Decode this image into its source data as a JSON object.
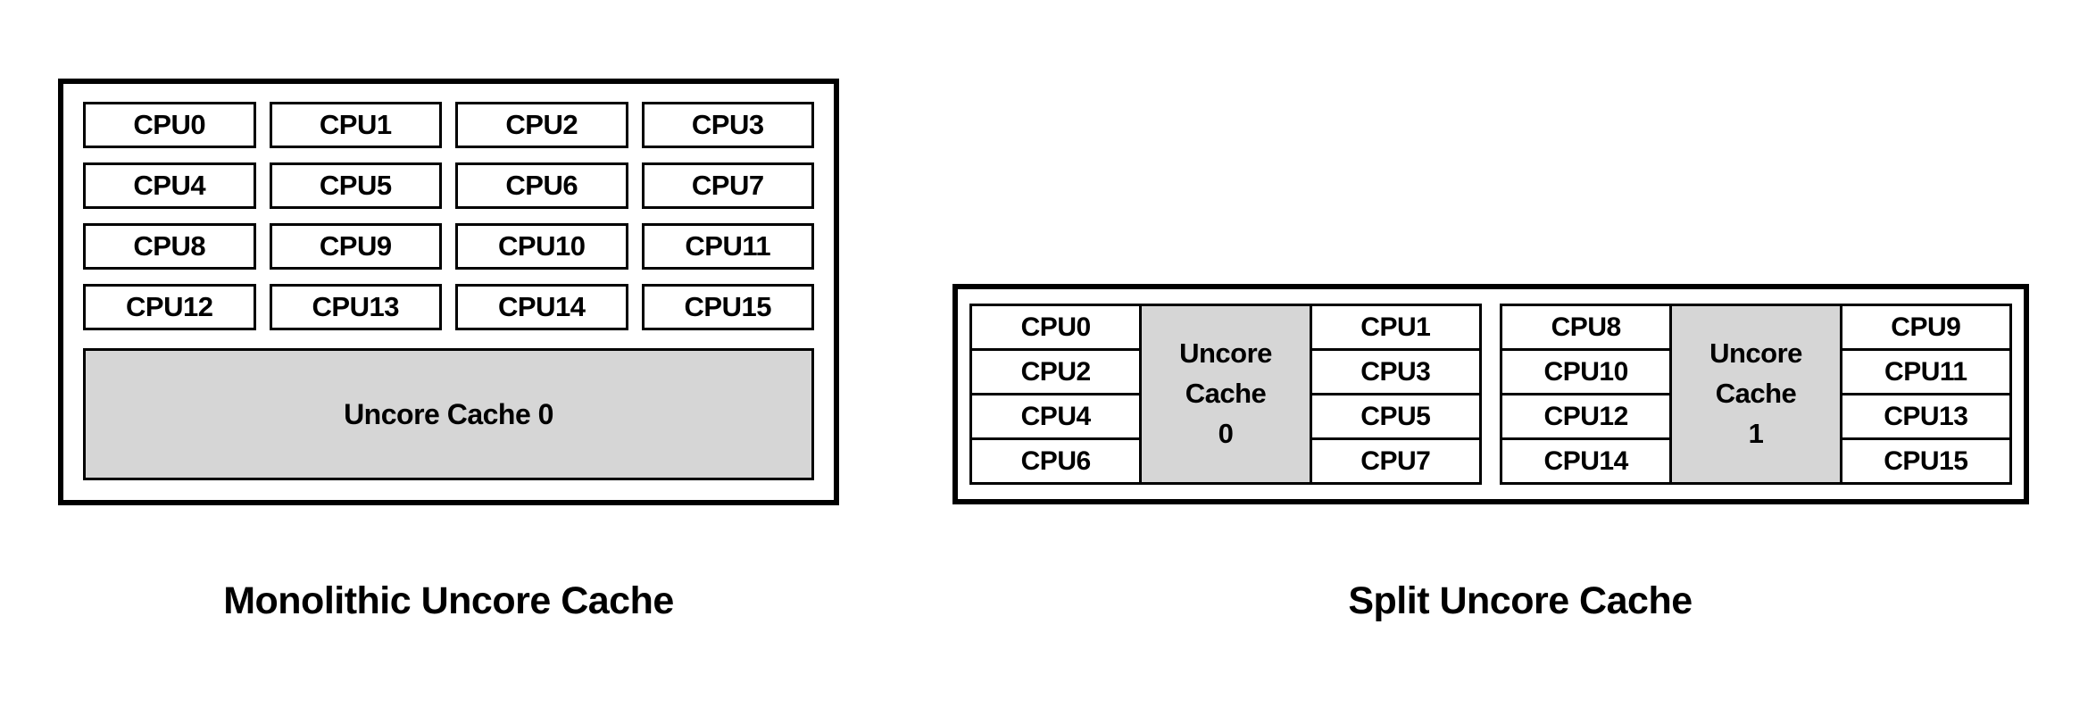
{
  "colors": {
    "background": "#ffffff",
    "border": "#000000",
    "cpu_fill": "#ffffff",
    "cache_fill": "#d6d6d6",
    "text": "#000000"
  },
  "monolithic": {
    "caption": "Monolithic Uncore Cache",
    "cache_label": "Uncore Cache 0",
    "cpus": [
      "CPU0",
      "CPU1",
      "CPU2",
      "CPU3",
      "CPU4",
      "CPU5",
      "CPU6",
      "CPU7",
      "CPU8",
      "CPU9",
      "CPU10",
      "CPU11",
      "CPU12",
      "CPU13",
      "CPU14",
      "CPU15"
    ]
  },
  "split": {
    "caption": "Split Uncore Cache",
    "clusters": [
      {
        "left_cpus": [
          "CPU0",
          "CPU2",
          "CPU4",
          "CPU6"
        ],
        "cache_lines": [
          "Uncore",
          "Cache",
          "0"
        ],
        "right_cpus": [
          "CPU1",
          "CPU3",
          "CPU5",
          "CPU7"
        ]
      },
      {
        "left_cpus": [
          "CPU8",
          "CPU10",
          "CPU12",
          "CPU14"
        ],
        "cache_lines": [
          "Uncore",
          "Cache",
          "1"
        ],
        "right_cpus": [
          "CPU9",
          "CPU11",
          "CPU13",
          "CPU15"
        ]
      }
    ]
  }
}
